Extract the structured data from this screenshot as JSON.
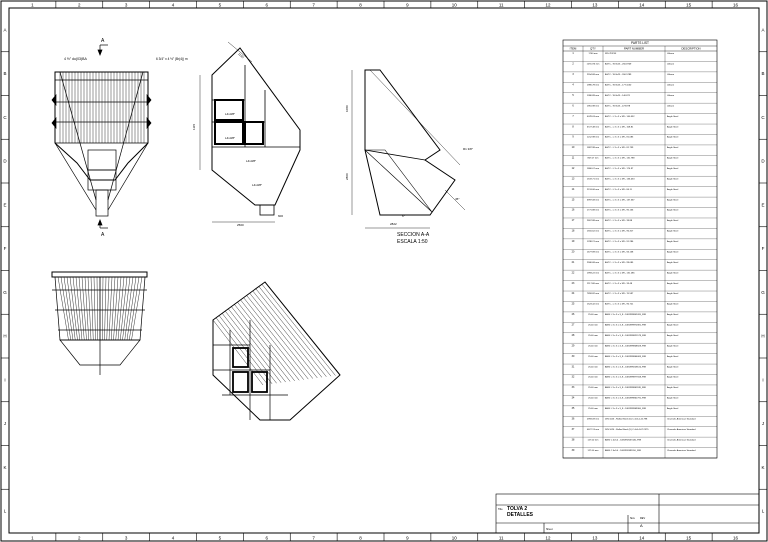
{
  "border": {
    "columns": [
      "1",
      "2",
      "3",
      "4",
      "5",
      "6",
      "7",
      "8",
      "9",
      "10",
      "11",
      "12",
      "13",
      "14",
      "15",
      "16"
    ],
    "rows": [
      "A",
      "B",
      "C",
      "D",
      "E",
      "F",
      "G",
      "H",
      "I",
      "J",
      "K",
      "L"
    ]
  },
  "front_view": {
    "section_mark": "A",
    "dim_top_left": "4 ½\" du(03)BA",
    "dim_top_right": "6 3/4\" x 4 ½\" (Br(4)) m"
  },
  "side_view": {
    "angle_labels": [
      "L4x3/8\"",
      "L4x3/8\"",
      "L4x3/8\"",
      "L4x3/8\""
    ],
    "dim_bottom": "2500",
    "dim_right": "600",
    "dim_height": "1115",
    "dim_top": "1150"
  },
  "section": {
    "title": "SECCION A-A",
    "scale": "ESCALA 1:50",
    "dim_height": "2800",
    "dim_upper": "1080",
    "dim_right": "R1 3/8\"",
    "dim_bottom": "2822",
    "angle_label": "6°",
    "dim_slant": "45°"
  },
  "parts_list": {
    "title": "PARTS LIST",
    "headers": [
      "ITEM",
      "QTY",
      "PART NUMBER",
      "DESCRIPTION"
    ],
    "rows": [
      [
        "1",
        "1700 mm",
        "WD-7FX1N",
        "I-Beam"
      ],
      [
        "2",
        "1271073 mm",
        "ASTC - W 8x25 - 250.8709",
        "I-Beam"
      ],
      [
        "3",
        "2554.68 mm",
        "ASTC - W 8x25 - 200.5789",
        "I-Beam"
      ],
      [
        "4",
        "1985.78 mm",
        "ASTC - W 8x25 - 177.1050",
        "I-Beam"
      ],
      [
        "5",
        "1380.89 mm",
        "ASTC - W 8x25 - 140.871",
        "I-Beam"
      ],
      [
        "6",
        "1961.98 mm",
        "ASTC - W 8x25 - 473.878",
        "I-Beam"
      ],
      [
        "7",
        "4078.03 mm",
        "ASTC - L 3 x 3 x 3/8 - 140.552",
        "Angle Steel"
      ],
      [
        "8",
        "3727.48 mm",
        "ASTC - L 3 x 3 x 3/8 - 108.81",
        "Angle Steel"
      ],
      [
        "9",
        "1212.98 mm",
        "ASTC - L 3 x 3 x 3/8 - 81.083",
        "Angle Steel"
      ],
      [
        "10",
        "1887.98 mm",
        "ASTC - L 3 x 3 x 3/8 - 81.739",
        "Angle Steel"
      ],
      [
        "11",
        "867.07 mm",
        "ASTC - L 3 x 3 x 3/8 - 131.788",
        "Angle Steel"
      ],
      [
        "12",
        "1866.07 mm",
        "ASTC - L 3 x 3 x 3/8 - 174.97",
        "Angle Steel"
      ],
      [
        "13",
        "1519.71 mm",
        "ASTC - L 3 x 3 x 3/8 - 136.453",
        "Angle Steel"
      ],
      [
        "14",
        "2153.06 mm",
        "ASTC - L 3 x 3 x 3/8 - 84.11",
        "Angle Steel"
      ],
      [
        "15",
        "3997.08 mm",
        "ASTC - L 3 x 3 x 3/8 - 137.367",
        "Angle Steel"
      ],
      [
        "16",
        "1771.88 mm",
        "ASTC - L 3 x 3 x 3/8 - 95.136",
        "Angle Steel"
      ],
      [
        "17",
        "2807.88 mm",
        "ASTC - L 3 x 3 x 3/8 - 39.88",
        "Angle Steel"
      ],
      [
        "18",
        "1941.62 mm",
        "ASTC - L 3 x 3 x 3/8 - 96.317",
        "Angle Steel"
      ],
      [
        "19",
        "1298.21 mm",
        "ASTC - L 3 x 3 x 3/8 - 91.286",
        "Angle Steel"
      ],
      [
        "20",
        "1677.89 mm",
        "ASTC - L 3 x 3 x 3/8 - 94.138",
        "Angle Steel"
      ],
      [
        "21",
        "2580.68 mm",
        "ASTC - L 3 x 3 x 3/8 - 99.085",
        "Angle Steel"
      ],
      [
        "22",
        "1993.22 mm",
        "ASTC - L 3 x 3 x 3/8 - 131.286",
        "Angle Steel"
      ],
      [
        "23",
        "2117.68 mm",
        "ASTC - L 3 x 3 x 3/8 - 33.48",
        "Angle Steel"
      ],
      [
        "24",
        "7859.82 mm",
        "ASTC - L 3 x 3 x 3/8 - 70.597",
        "Angle Steel"
      ],
      [
        "25",
        "1523.42 mm",
        "ASTC - L 3 x 3 x 3/8 - 96.721",
        "Angle Steel"
      ],
      [
        "26",
        "25.40 mm",
        "ANSI L 3 x 3 x 3_8 - 1081999842420_F88",
        "Angle Steel"
      ],
      [
        "27",
        "25.40 mm",
        "ANSI L 3 x 3 x 3_8 - 1081999970381_F88",
        "Angle Steel"
      ],
      [
        "28",
        "25.40 mm",
        "ANSI L 3 x 3 x 3_8 - 1081999821579_F88",
        "Angle Steel"
      ],
      [
        "29",
        "25.40 mm",
        "ANSI L 3 x 3 x 3_8 - 1081999808509_F88",
        "Angle Steel"
      ],
      [
        "30",
        "25.40 mm",
        "ANSI L 3 x 3 x 3_8 - 1081999866083_F88",
        "Angle Steel"
      ],
      [
        "31",
        "25.40 mm",
        "ANSI L 3 x 3 x 3_8 - 1081999229106_F88",
        "Angle Steel"
      ],
      [
        "32",
        "25.40 mm",
        "ANSI L 3 x 3 x 3_8 - 1081999877558_F88",
        "Angle Steel"
      ],
      [
        "33",
        "25.40 mm",
        "ANSI L 3 x 3 x 3_8 - 1081999861189_F88",
        "Angle Steel"
      ],
      [
        "34",
        "25.40 mm",
        "ANSI L 3 x 3 x 3_8 - 1081999861791_F88",
        "Angle Steel"
      ],
      [
        "35",
        "25.40 mm",
        "ANSI L 3 x 3 x 3_8 - 1081999969360_F88",
        "Angle Steel"
      ],
      [
        "36",
        "2993.09 mm",
        "DIN 1026 - Rolled Steel (U) C 4x5.4-15.798",
        "Channels American Standard"
      ],
      [
        "37",
        "4627.13 mm",
        "DIN 1026 - Rolled Steel (U) C 4x5.4-67.2375",
        "Channels American Standard"
      ],
      [
        "38",
        "127.00 mm",
        "ANSI C 4x5.4 - 1081992037440_F88",
        "Channels American Standard"
      ],
      [
        "39",
        "127.00 mm",
        "ANSI C 4x5.4 - 1081992695110_F88",
        "Channels American Standard"
      ]
    ]
  },
  "title_block": {
    "label_title": "Title",
    "title_line1": "TOLVA 2",
    "title_line2": "DETALLES",
    "rev_label": "REV",
    "rev": "A",
    "small_labels": [
      "Size",
      "Sheet"
    ]
  }
}
